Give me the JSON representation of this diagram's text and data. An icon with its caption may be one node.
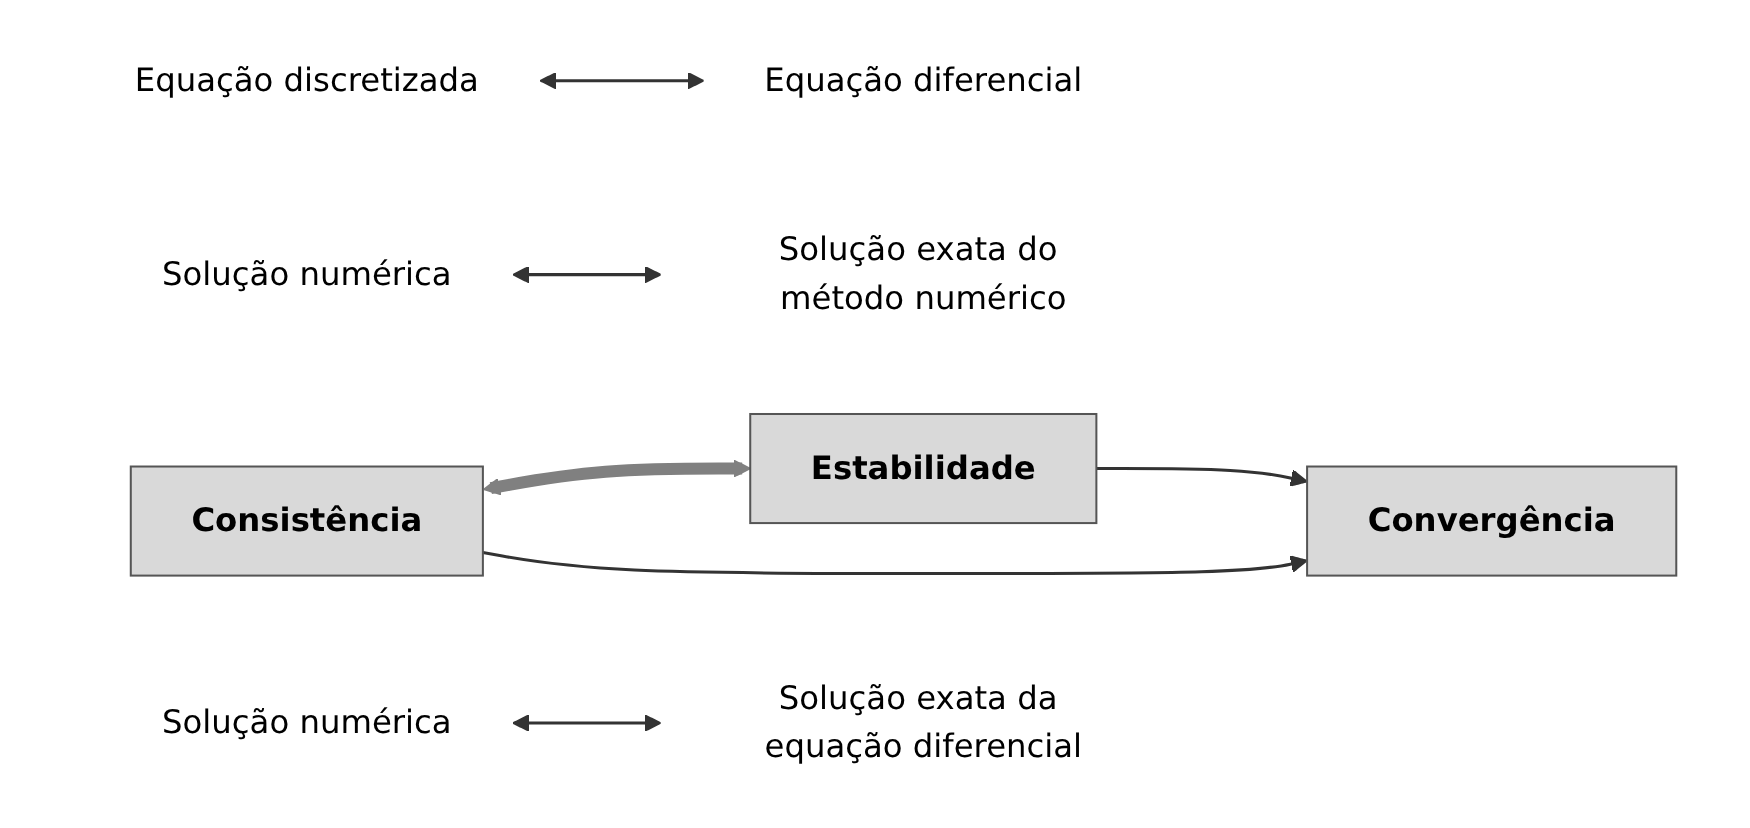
{
  "diagram": {
    "nodes": [
      {
        "text": [
          "Equação discretizada"
        ]
      },
      {
        "text": [
          "Equação diferencial"
        ]
      },
      {
        "text": [
          "Solução numérica"
        ]
      },
      {
        "text": [
          "Solução exata do método numérico"
        ]
      },
      {
        "text": [
          "Consistência"
        ]
      },
      {
        "text": [
          "Estabilidade"
        ]
      },
      {
        "text": [
          "Convergência"
        ]
      },
      {
        "text": [
          "Solução numérica"
        ]
      },
      {
        "text": [
          "Solução exata da equação diferencial"
        ]
      }
    ],
    "edges": [
      {
        "from": 0,
        "to": 1,
        "arrow": "both"
      },
      {
        "from": 2,
        "to": 3,
        "arrow": "both"
      },
      {
        "from": 4,
        "to": 5,
        "arrow": "both",
        "style": "thick",
        "color": "#808080"
      },
      {
        "from": 4,
        "to": 6,
        "arrow": "to"
      },
      {
        "from": 5,
        "to": 6,
        "arrow": "to"
      },
      {
        "from": 7,
        "to": 8,
        "arrow": "both"
      }
    ]
  }
}
